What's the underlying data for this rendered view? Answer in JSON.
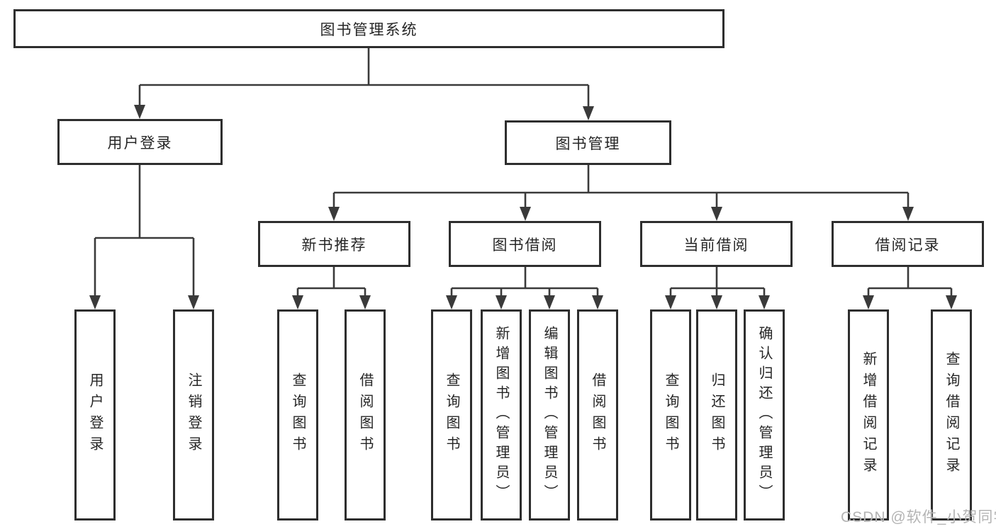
{
  "diagram": {
    "root": {
      "label": "图书管理系统"
    },
    "level2": {
      "user_login": {
        "label": "用户登录"
      },
      "book_management": {
        "label": "图书管理"
      }
    },
    "level3": {
      "new_book_recommendation": {
        "label": "新书推荐"
      },
      "book_borrowing": {
        "label": "图书借阅"
      },
      "current_borrowing": {
        "label": "当前借阅"
      },
      "borrowing_records": {
        "label": "借阅记录"
      }
    },
    "leaves": {
      "user_login": {
        "label": "用户登录"
      },
      "logout": {
        "label": "注销登录"
      },
      "recommend_query_books": {
        "label": "查询图书"
      },
      "recommend_borrow_books": {
        "label": "借阅图书"
      },
      "borrow_query_books": {
        "label": "查询图书"
      },
      "borrow_add_books": {
        "label": "新增图书（管理员）"
      },
      "borrow_edit_books": {
        "label": "编辑图书（管理员）"
      },
      "borrow_borrow_books": {
        "label": "借阅图书"
      },
      "current_query_books": {
        "label": "查询图书"
      },
      "current_return_books": {
        "label": "归还图书"
      },
      "current_confirm_return": {
        "label": "确认归还（管理员）"
      },
      "records_add_record": {
        "label": "新增借阅记录"
      },
      "records_query_record": {
        "label": "查询借阅记录"
      }
    },
    "colors": {
      "line": "#3a3a3a",
      "box_border": "#2e2e2e",
      "text": "#262626",
      "background": "#ffffff"
    }
  },
  "watermark": {
    "text": "CSDN @软件_小贺同学",
    "color": "#b4b4b4"
  }
}
